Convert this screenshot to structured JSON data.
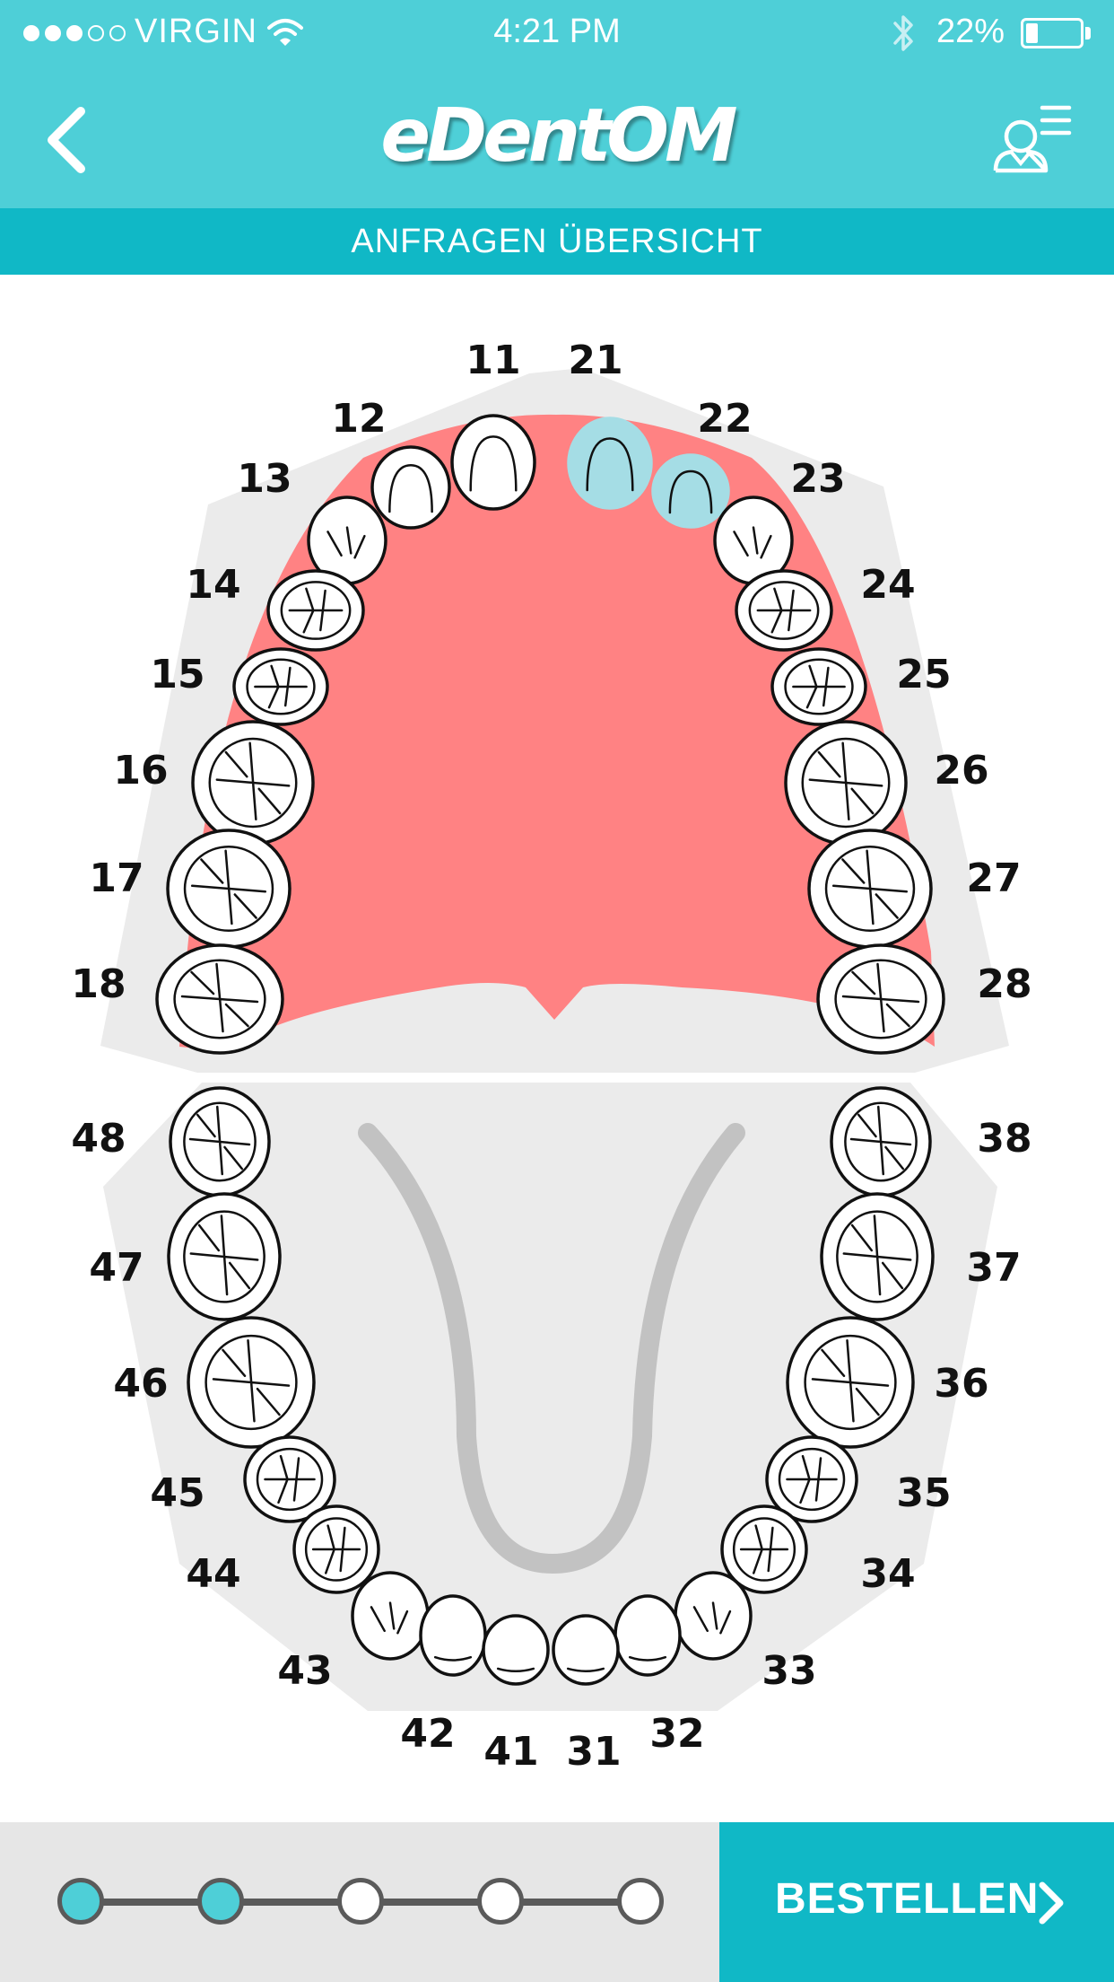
{
  "status_bar": {
    "carrier": "VIRGIN",
    "signal_bars_filled": 3,
    "signal_bars_total": 5,
    "time": "4:21 PM",
    "battery_percent": "22%",
    "battery_level": 0.22
  },
  "nav": {
    "logo": "eDentOM",
    "back_icon": "chevron-left-icon",
    "profile_icon": "user-menu-icon"
  },
  "subheader": {
    "title": "ANFRAGEN ÜBERSICHT"
  },
  "dental_chart": {
    "upper_teeth": [
      "11",
      "12",
      "13",
      "14",
      "15",
      "16",
      "17",
      "18",
      "21",
      "22",
      "23",
      "24",
      "25",
      "26",
      "27",
      "28"
    ],
    "lower_teeth": [
      "31",
      "32",
      "33",
      "34",
      "35",
      "36",
      "37",
      "38",
      "41",
      "42",
      "43",
      "44",
      "45",
      "46",
      "47",
      "48"
    ],
    "selected_teeth": [
      "21",
      "22"
    ],
    "colors": {
      "selected": "#a5dde5",
      "palate": "#ff8283",
      "jaw_background": "#ebebeb",
      "tongue": "#c2c2c2"
    }
  },
  "footer": {
    "order_button_label": "BESTELLEN",
    "order_icon": "chevron-right-icon",
    "steps_total": 5,
    "steps_completed": 2
  }
}
